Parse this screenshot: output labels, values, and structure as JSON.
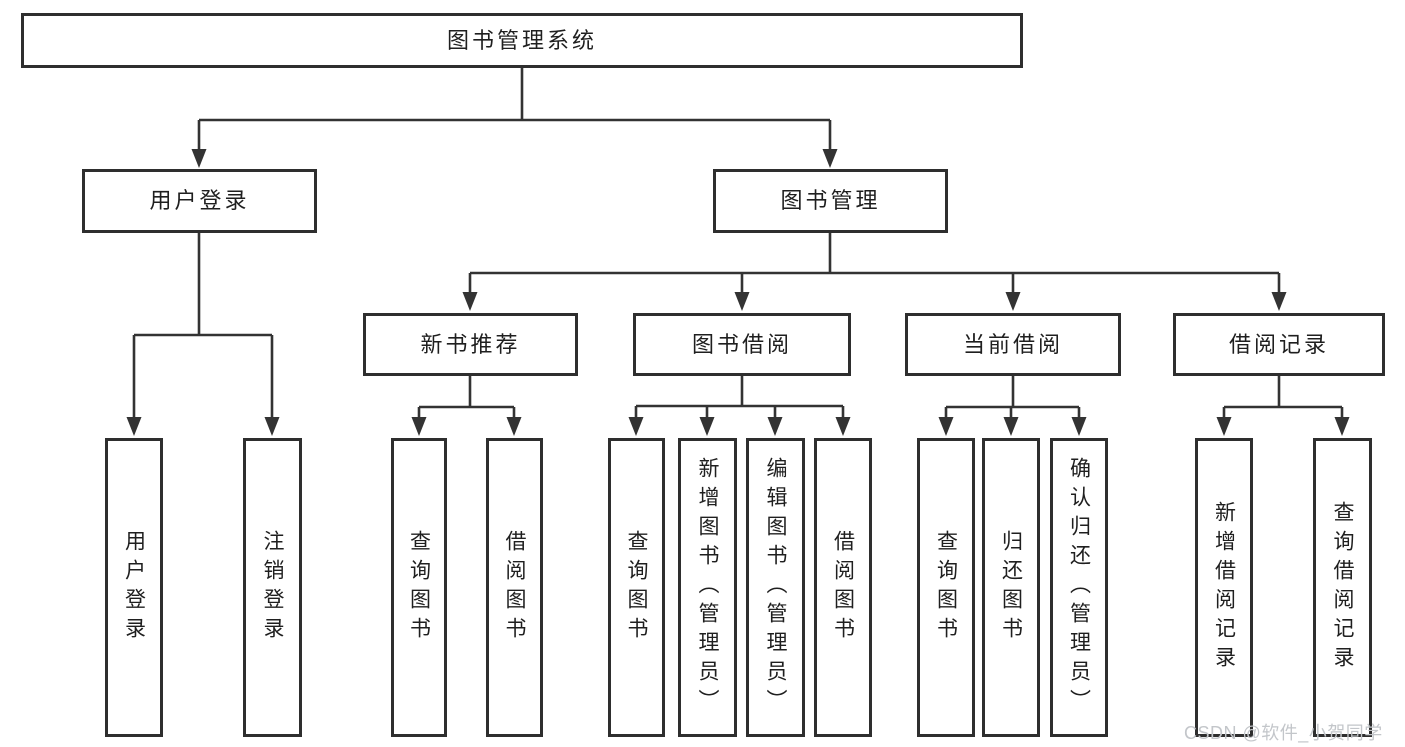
{
  "nodes": {
    "root": "图书管理系统",
    "user_login": "用户登录",
    "book_mgmt": "图书管理",
    "new_book": "新书推荐",
    "book_borrow": "图书借阅",
    "current_borrow": "当前借阅",
    "borrow_record": "借阅记录",
    "ul_login": "用户登录",
    "ul_logout": "注销登录",
    "nb_query": "查询图书",
    "nb_borrow": "借阅图书",
    "bb_query": "查询图书",
    "bb_add": "新增图书（管理员）",
    "bb_edit": "编辑图书（管理员）",
    "bb_borrow": "借阅图书",
    "cb_query": "查询图书",
    "cb_return": "归还图书",
    "cb_confirm": "确认归还（管理员）",
    "br_add": "新增借阅记录",
    "br_query": "查询借阅记录"
  },
  "watermark": {
    "text": "CSDN @软件_小贺同学"
  },
  "colors": {
    "line": "#333333",
    "box_border": "#2e2e2e",
    "text": "#1f1f1f",
    "watermark": "#c3c6ca",
    "background": "#ffffff"
  }
}
